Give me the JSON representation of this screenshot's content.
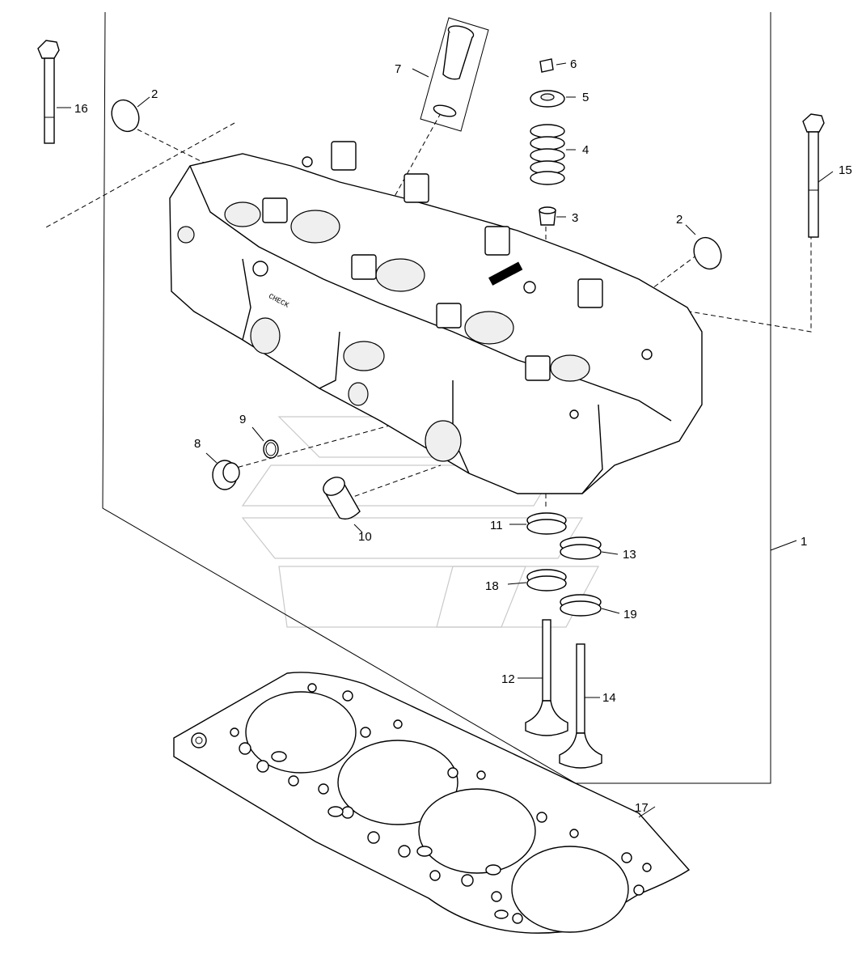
{
  "diagram": {
    "callouts": {
      "c1": "1",
      "c2a": "2",
      "c2b": "2",
      "c3": "3",
      "c4": "4",
      "c5": "5",
      "c6": "6",
      "c7": "7",
      "c8": "8",
      "c9": "9",
      "c10": "10",
      "c11": "11",
      "c12": "12",
      "c13": "13",
      "c14": "14",
      "c15": "15",
      "c16": "16",
      "c17": "17",
      "c18": "18",
      "c19": "19"
    },
    "cylinder_head_marking": "CHECK"
  }
}
